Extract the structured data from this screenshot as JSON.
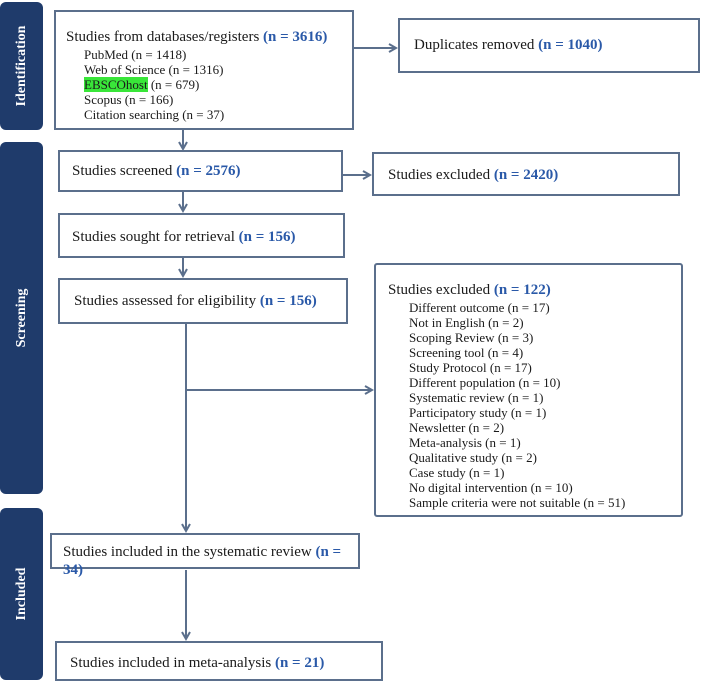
{
  "sidebar": {
    "identification": "Identification",
    "screening": "Screening",
    "included": "Included"
  },
  "identification": {
    "title_text": "Studies from databases/registers ",
    "title_n": "(n = 3616)",
    "sources": [
      {
        "label": "PubMed (n = 1418)"
      },
      {
        "label": "Web of Science (n = 1316)"
      },
      {
        "name": "EBSCOhost",
        "count": " (n = 679)"
      },
      {
        "label": "Scopus (n = 166)"
      },
      {
        "label": "Citation searching (n = 37)"
      }
    ],
    "duplicates_text": "Duplicates removed ",
    "duplicates_n": "(n = 1040)"
  },
  "screening": {
    "screened_text": "Studies screened ",
    "screened_n": "(n = 2576)",
    "excluded1_text": "Studies excluded ",
    "excluded1_n": "(n = 2420)",
    "sought_text": "Studies sought for retrieval ",
    "sought_n": "(n = 156)",
    "assessed_text": "Studies assessed for eligibility ",
    "assessed_n": "(n = 156)",
    "excluded2_text": "Studies excluded ",
    "excluded2_n": "(n = 122)",
    "reasons": [
      "Different outcome (n = 17)",
      "Not in English (n = 2)",
      "Scoping Review (n = 3)",
      "Screening tool (n = 4)",
      "Study Protocol (n = 17)",
      "Different population (n = 10)",
      "Systematic review (n = 1)",
      "Participatory study (n = 1)",
      "Newsletter (n = 2)",
      "Meta-analysis (n = 1)",
      "Qualitative study (n = 2)",
      "Case study (n = 1)",
      "No digital intervention (n = 10)",
      "Sample criteria were not suitable (n = 51)"
    ]
  },
  "included": {
    "review_text": "Studies included in the systematic review ",
    "review_n": "(n = 34)",
    "meta_text": "Studies included in meta-analysis ",
    "meta_n": "(n = 21)"
  },
  "colors": {
    "sidebar": "#1f3b6b",
    "box_border": "#5b6f8c",
    "count_text": "#2a59a8",
    "highlight": "#39e639"
  }
}
